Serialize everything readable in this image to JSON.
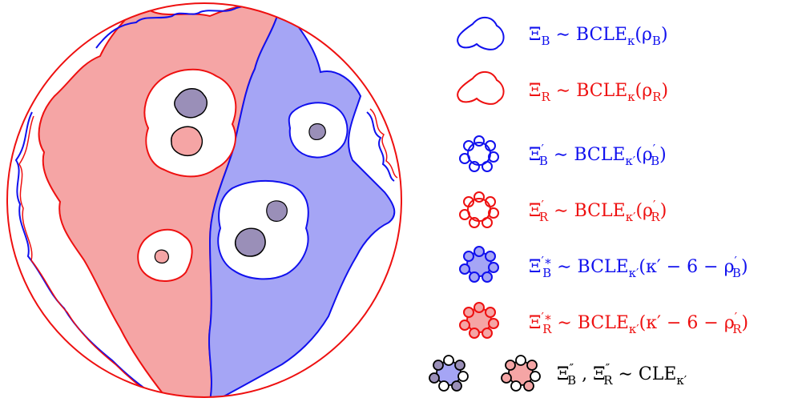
{
  "colors": {
    "blue": "#1010ee",
    "red": "#ee1010",
    "blue_fill": "#a5a5f5",
    "red_fill": "#f5a5a5",
    "dark_fill": "#9a8fb8",
    "black": "#000000"
  },
  "legend": {
    "items": [
      {
        "id": "xi-b",
        "sym": "Ξ",
        "sub": "B",
        "sup": "",
        "rel": " ∼ BCLE",
        "ksub": "κ",
        "arg": "(ρ",
        "argsub": "B",
        "argsup": "",
        "tail": ")",
        "color": "blue"
      },
      {
        "id": "xi-r",
        "sym": "Ξ",
        "sub": "R",
        "sup": "",
        "rel": " ∼ BCLE",
        "ksub": "κ",
        "arg": "(ρ",
        "argsub": "R",
        "argsup": "",
        "tail": ")",
        "color": "red"
      },
      {
        "id": "xi-b-prime",
        "sym": "Ξ",
        "sub": "B",
        "sup": "′",
        "rel": " ∼ BCLE",
        "ksub": "κ′",
        "arg": "(ρ",
        "argsub": "B",
        "argsup": "′",
        "tail": ")",
        "color": "blue"
      },
      {
        "id": "xi-r-prime",
        "sym": "Ξ",
        "sub": "R",
        "sup": "′",
        "rel": " ∼ BCLE",
        "ksub": "κ′",
        "arg": "(ρ",
        "argsub": "R",
        "argsup": "′",
        "tail": ")",
        "color": "red"
      },
      {
        "id": "xi-b-star",
        "sym": "Ξ",
        "sub": "B",
        "sup": "′∗",
        "rel": " ∼ BCLE",
        "ksub": "κ′",
        "arg": "(κ′ − 6 − ρ",
        "argsub": "B",
        "argsup": "′",
        "tail": ")",
        "color": "blue"
      },
      {
        "id": "xi-r-star",
        "sym": "Ξ",
        "sub": "R",
        "sup": "′∗",
        "rel": " ∼ BCLE",
        "ksub": "κ′",
        "arg": "(κ′ − 6 − ρ",
        "argsub": "R",
        "argsup": "′",
        "tail": ")",
        "color": "red"
      }
    ],
    "last": {
      "text_a": "Ξ",
      "sub_a": "B",
      "sup_a": "″",
      "comma": " , ",
      "text_b": "Ξ",
      "sub_b": "R",
      "sup_b": "″",
      "rel": " ∼ CLE",
      "ksub": "κ′"
    }
  }
}
